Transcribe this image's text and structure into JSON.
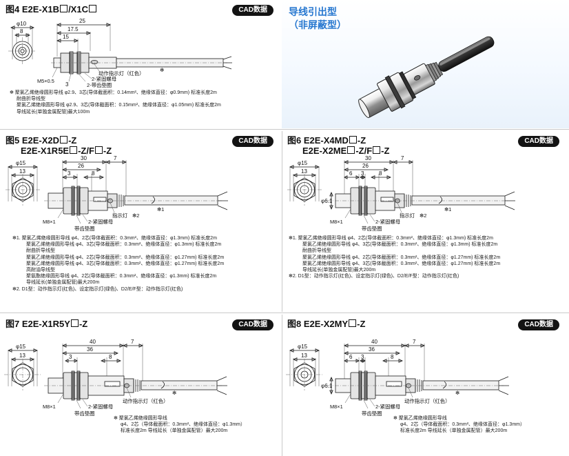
{
  "page": {
    "divider_color": "#c9c9c9",
    "accent_blue": "#2878d0",
    "badge_bg": "#131313"
  },
  "photo_header": {
    "title_line1": "导线引出型",
    "title_line2": "（非屏蔽型）",
    "image_alt": "proximity-sensor-photo"
  },
  "cad_badge_label": "CAD数据",
  "figures": [
    {
      "id": "fig4",
      "number": "图4",
      "model_line1_a": "E2E-X1B",
      "model_line1_b": "/X1C",
      "model_line2": "",
      "dims": {
        "d_outer": "φ10",
        "d_inner": "8",
        "len_total": "25",
        "len_mid": "17.5",
        "len_thread": "15",
        "len_small": "3",
        "thread": "M5×0.5"
      },
      "labels": {
        "indicator": "动作指示灯（红色）",
        "nut": "2-紧固螺母",
        "washer": "2-带齿垫圈",
        "star": "✻"
      },
      "notes": [
        "✻ 聚氯乙烯绝缘圆形导线 φ2.9、3芯(导体截面积：0.14mm²、绝缘体直径：φ0.9mm) 标准长度2m",
        "耐曲折导线型",
        "聚氯乙烯绝缘圆形导线 φ2.9、3芯(导体截面积：0.15mm²、绝缘体直径：φ1.05mm) 标准长度2m",
        "导线延长(单独金属配管)最大100m"
      ]
    },
    {
      "id": "fig5",
      "number": "图5",
      "model_line1_a": "E2E-X2D",
      "model_line1_b": "-Z",
      "model_line2_a": "E2E-X1R5E",
      "model_line2_b": "-Z/F",
      "model_line2_c": "-Z",
      "dims": {
        "d_outer": "φ15",
        "d_inner": "13",
        "len_total": "30",
        "len_mid": "26",
        "len_a": "3",
        "len_b": "8",
        "len_tail": "7",
        "thread": "M8×1"
      },
      "labels": {
        "indicator": "指示灯",
        "indicator_note": "✻2",
        "nut": "2-紧固螺母",
        "washer": "带齿垫圈",
        "cable_note": "✻1"
      },
      "notes": [
        "✻1. 聚氯乙烯绝缘圆形导线  φ4、2芯(导体截面积：0.3mm²、绝缘体直径：φ1.3mm) 标准长度2m",
        "聚氯乙烯绝缘圆形导线  φ4、3芯(导体截面积：0.3mm²、绝缘体直径：φ1.3mm) 标准长度2m",
        "耐曲折导线型",
        "聚氯乙烯绝缘圆形导线  φ4、2芯(导体截面积：0.3mm²、绝缘体直径：φ1.27mm) 标准长度2m",
        "聚氯乙烯绝缘圆形导线  φ4、3芯(导体截面积：0.3mm²、绝缘体直径：φ1.27mm) 标准长度2m",
        "高耐油导线型",
        "聚氨酯绝缘圆形导线  φ4、2芯(导体截面积：0.3mm²、绝缘体直径：φ1.3mm) 标准长度2m",
        "导线延长(单独金属配管)最大200m",
        "✻2. D1型：动作指示灯(红色)、设定指示灯(绿色)、D2/E/F型：动作指示灯(红色)"
      ]
    },
    {
      "id": "fig6",
      "number": "图6",
      "model_line1_a": "E2E-X4MD",
      "model_line1_b": "-Z",
      "model_line2_a": "E2E-X2ME",
      "model_line2_b": "-Z/F",
      "model_line2_c": "-Z",
      "dims": {
        "d_outer": "φ15",
        "d_inner": "13",
        "d_tip": "φ6.1",
        "len_total": "30",
        "len_mid": "26",
        "len_a0": "6",
        "len_a": "3",
        "len_b": "8",
        "len_tail": "7",
        "thread": "M8×1"
      },
      "labels": {
        "indicator": "指示灯",
        "indicator_note": "✻2",
        "nut": "2-紧固螺母",
        "washer": "带齿垫圈",
        "cable_note": "✻1"
      },
      "notes": [
        "✻1. 聚氯乙烯绝缘圆形导线  φ4、2芯(导体截面积：0.3mm²、绝缘体直径：φ1.3mm) 标准长度2m",
        "聚氯乙烯绝缘圆形导线  φ4、3芯(导体截面积：0.3mm²、绝缘体直径：φ1.3mm) 标准长度2m",
        "耐曲折导线型",
        "聚氯乙烯绝缘圆形导线  φ4、2芯(导体截面积：0.3mm²、绝缘体直径：φ1.27mm) 标准长度2m",
        "聚氯乙烯绝缘圆形导线  φ4、3芯(导体截面积：0.3mm²、绝缘体直径：φ1.27mm) 标准长度2m",
        "导线延长(单独金属配管)最大200m",
        "✻2. D1型：动作指示灯(红色)、设定指示灯(绿色)、D2/E/F型：动作指示灯(红色)"
      ]
    },
    {
      "id": "fig7",
      "number": "图7",
      "model_line1_a": "E2E-X1R5Y",
      "model_line1_b": "-Z",
      "dims": {
        "d_outer": "φ15",
        "d_inner": "13",
        "len_total": "40",
        "len_mid": "36",
        "len_a": "3",
        "len_b": "8",
        "len_tail": "7",
        "thread": "M8×1"
      },
      "labels": {
        "indicator": "动作指示灯（红色）",
        "nut": "2-紧固螺母",
        "washer": "带齿垫圈",
        "cable_note": "✻"
      },
      "notes": [
        "✻ 聚氯乙烯绝缘圆形导线",
        "φ4、2芯（导体截面积：0.3mm²、绝缘体直径：φ1.3mm）",
        "标准长度2m 导线延长（单独金属配管）最大200m"
      ]
    },
    {
      "id": "fig8",
      "number": "图8",
      "model_line1_a": "E2E-X2MY",
      "model_line1_b": "-Z",
      "dims": {
        "d_outer": "φ15",
        "d_inner": "13",
        "d_tip": "φ6.1",
        "len_total": "40",
        "len_mid": "36",
        "len_a0": "6",
        "len_a": "3",
        "len_b": "8",
        "len_tail": "7",
        "thread": "M8×1"
      },
      "labels": {
        "indicator": "动作指示灯（红色）",
        "nut": "2-紧固螺母",
        "washer": "带齿垫圈",
        "cable_note": "✻"
      },
      "notes": [
        "✻ 聚氯乙烯绝缘圆形导线",
        "φ4、2芯（导体截面积：0.3mm²、绝缘体直径：φ1.3mm）",
        "标准长度2m 导线延长（单独金属配管）最大200m"
      ]
    }
  ]
}
